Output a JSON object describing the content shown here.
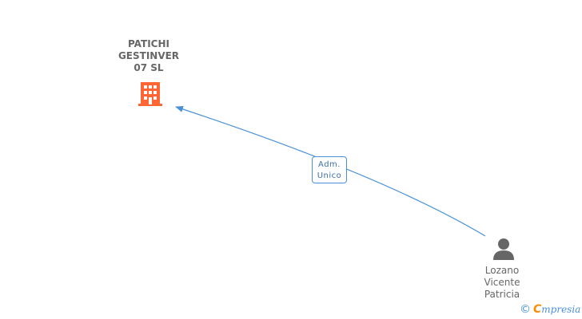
{
  "company": {
    "name_lines": [
      "PATICHI",
      "GESTINVER",
      "07 SL"
    ],
    "icon": "building-icon",
    "color": "#ff6633"
  },
  "relation": {
    "label_lines": [
      "Adm.",
      "Unico"
    ],
    "color": "#4a90d9"
  },
  "person": {
    "name_lines": [
      "Lozano",
      "Vicente",
      "Patricia"
    ],
    "icon": "person-icon",
    "color": "#666666"
  },
  "brand": {
    "copyright": "©",
    "initial": "C",
    "name_rest": "mpresia"
  }
}
